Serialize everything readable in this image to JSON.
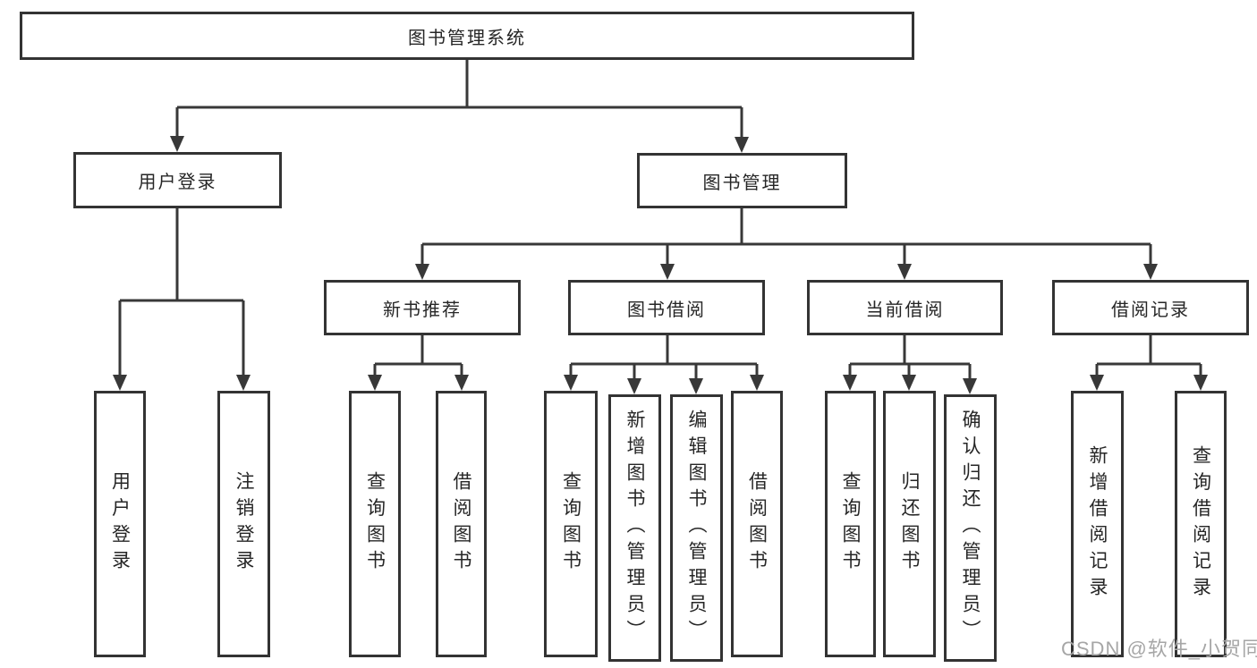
{
  "diagram_title": "图书管理系统",
  "tree": {
    "label": "图书管理系统",
    "children": [
      {
        "label": "用户登录",
        "children": [
          {
            "label": "用户登录"
          },
          {
            "label": "注销登录"
          }
        ]
      },
      {
        "label": "图书管理",
        "children": [
          {
            "label": "新书推荐",
            "children": [
              {
                "label": "查询图书"
              },
              {
                "label": "借阅图书"
              }
            ]
          },
          {
            "label": "图书借阅",
            "children": [
              {
                "label": "查询图书"
              },
              {
                "label": "新增图书（管理员）"
              },
              {
                "label": "编辑图书（管理员）"
              },
              {
                "label": "借阅图书"
              }
            ]
          },
          {
            "label": "当前借阅",
            "children": [
              {
                "label": "查询图书"
              },
              {
                "label": "归还图书"
              },
              {
                "label": "确认归还（管理员）"
              }
            ]
          },
          {
            "label": "借阅记录",
            "children": [
              {
                "label": "新增借阅记录"
              },
              {
                "label": "查询借阅记录"
              }
            ]
          }
        ]
      }
    ]
  },
  "watermark": {
    "text": "CSDN @软件_小贺同学"
  },
  "colors": {
    "line": "#383838",
    "box_border": "#333333",
    "text": "#262626",
    "watermark": "#a6a6a6",
    "background": "#ffffff"
  }
}
